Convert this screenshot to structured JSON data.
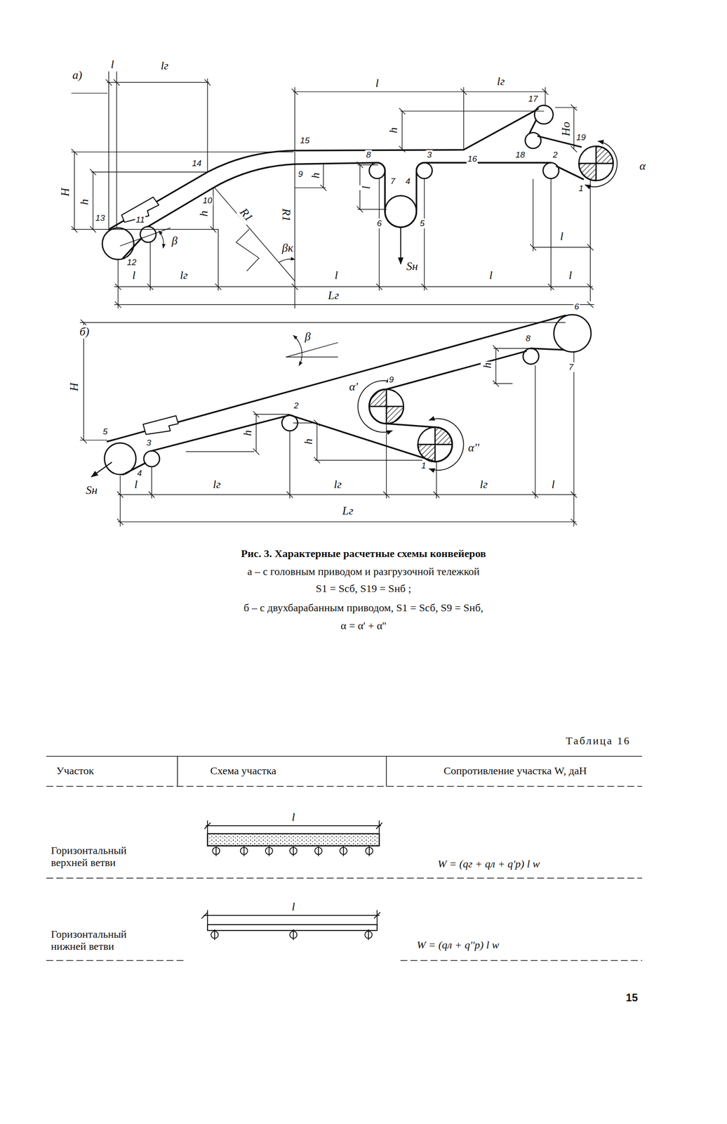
{
  "diagram": {
    "caption": "Рис. 3. Характерные расчетные схемы конвейеров",
    "labels": [
      "а)",
      "l",
      "lг",
      "l",
      "lг",
      "17",
      "h",
      "16",
      "18",
      "Hо",
      "19",
      "α",
      "2",
      "1",
      "15",
      "8",
      "3",
      "9",
      "h",
      "7",
      "4",
      "l",
      "14",
      "H",
      "h",
      "10",
      "h",
      "R1",
      "R1",
      "13",
      "11",
      "6",
      "5",
      "βк",
      "β",
      "12",
      "l",
      "l",
      "lг",
      "l",
      "Sн",
      "l",
      "l",
      "Lг",
      "б)",
      "6",
      "β",
      "8",
      "7",
      "h",
      "H",
      "9",
      "α'",
      "2",
      "5",
      "3",
      "h",
      "h",
      "α''",
      "1",
      "4",
      "Sн",
      "l",
      "lг",
      "lг",
      "lг",
      "l",
      "Lг",
      "а – с головным приводом и разгрузочной тележкой",
      "S1 = Sсб, S19 = Sнб ;",
      "б – с двухбарабанным приводом, S1 = Sсб, S9 = Sнб,",
      "α = α' + α''",
      "Таблица 16",
      "Участок",
      "Схема участка",
      "Сопротивление участка W, даН",
      "Горизонтальный верхней ветви",
      "l",
      "W = (qг + qл + q'р) l w",
      "Горизонтальный нижней ветви",
      "l",
      "W = (qл + q''р) l w",
      "15"
    ]
  }
}
